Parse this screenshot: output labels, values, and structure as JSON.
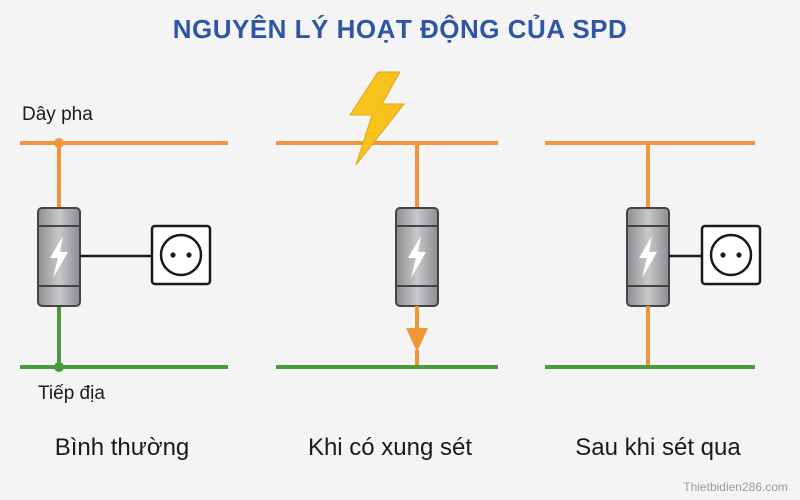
{
  "title": "NGUYÊN LÝ HOẠT ĐỘNG CỦA SPD",
  "labels": {
    "phase_wire": "Dây pha",
    "ground_wire": "Tiếp địa"
  },
  "panels": [
    {
      "caption": "Bình thường"
    },
    {
      "caption": "Khi có xung sét"
    },
    {
      "caption": "Sau khi sét qua"
    }
  ],
  "watermark": "Thietbidien286.com",
  "colors": {
    "phase": "#f0953a",
    "ground": "#4b9a3c",
    "lightning": "#f7c21b",
    "title": "#2f55a4",
    "spd_body": "#b3b3b6"
  },
  "icons": {
    "spd": "lightning-bolt-icon",
    "outlet": "power-outlet-icon",
    "strike": "lightning-strike-icon"
  }
}
